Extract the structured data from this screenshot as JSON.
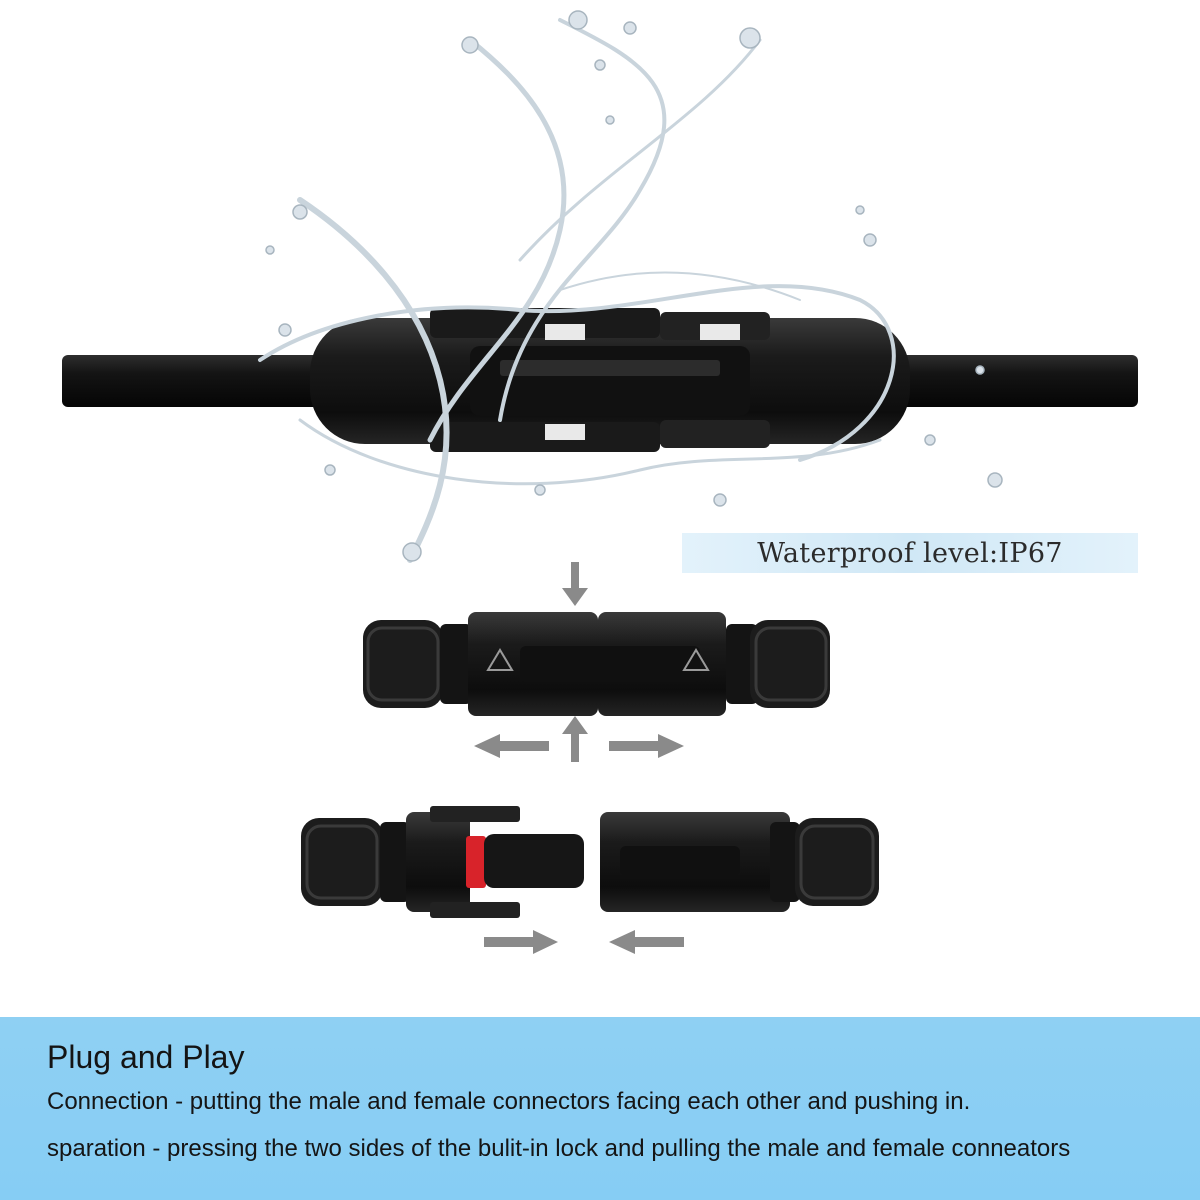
{
  "waterproof_label": "Waterproof level:IP67",
  "info": {
    "title": "Plug and Play",
    "line1": "Connection - putting the male and female connectors facing each other and pushing in.",
    "line2": "sparation - pressing the two sides of the bulit-in lock and pulling the male and female conneators"
  },
  "colors": {
    "panel": "#8ccff3",
    "label_bg": "#d6ecf8",
    "connector": "#1a1a1a",
    "arrow": "#8a8a8a",
    "seal_ring": "#d8232a"
  }
}
